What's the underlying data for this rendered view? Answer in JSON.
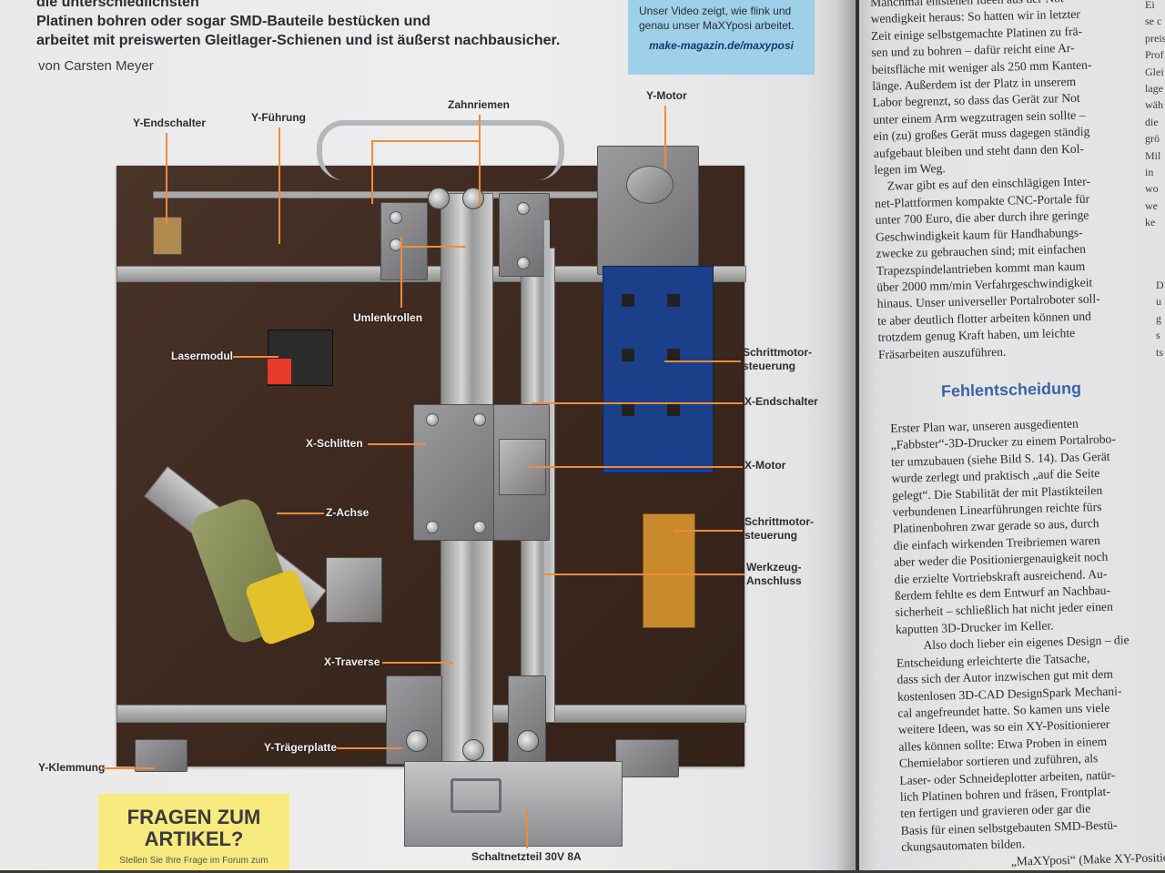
{
  "intro": {
    "lines": [
      "die unterschiedlichsten",
      "Platinen bohren oder sogar SMD-Bauteile bestücken und",
      "arbeitet mit preiswerten Gleitlager-Schienen und ist äußerst nachbausicher."
    ]
  },
  "byline": "von Carsten Meyer",
  "video_box": {
    "text_1": "Unser Video zeigt, wie flink und",
    "text_2": "genau unser MaXYposi arbeitet.",
    "url": "make-magazin.de/maxyposi"
  },
  "callouts": {
    "y_endschalter": "Y-Endschalter",
    "y_fuehrung": "Y-Führung",
    "zahnriemen": "Zahnriemen",
    "y_motor": "Y-Motor",
    "umlenkrollen": "Umlenkrollen",
    "lasermodul": "Lasermodul",
    "schrittmotor_1a": "Schrittmotor-",
    "schrittmotor_1b": "steuerung",
    "x_endschalter": "X-Endschalter",
    "x_schlitten": "X-Schlitten",
    "x_motor": "X-Motor",
    "z_achse": "Z-Achse",
    "schrittmotor_2a": "Schrittmotor-",
    "schrittmotor_2b": "steuerung",
    "werkzeug_a": "Werkzeug-",
    "werkzeug_b": "Anschluss",
    "x_traverse": "X-Traverse",
    "y_traegerplatte": "Y-Trägerplatte",
    "y_klemmung": "Y-Klemmung",
    "schaltnetzteil": "Schaltnetzteil 30V 8A"
  },
  "question_box": {
    "line_1": "FRAGEN ZUM",
    "line_2": "ARTIKEL?",
    "line_3": "Stellen Sie Ihre Frage im Forum zum"
  },
  "article": {
    "para_1": [
      "Manchmal entstehen Ideen aus der Not-",
      "wendigkeit heraus: So hatten wir in letzter",
      "Zeit einige selbstgemachte Platinen zu frä-",
      "sen und zu bohren – dafür reicht eine Ar-",
      "beitsfläche mit weniger als 250 mm Kanten-",
      "länge. Außerdem ist der Platz in unserem",
      "Labor begrenzt, so dass das Gerät zur Not",
      "unter einem Arm wegzutragen sein sollte –",
      "ein (zu) großes Gerät muss dagegen ständig",
      "aufgebaut bleiben und steht dann den Kol-",
      "legen im Weg."
    ],
    "para_2": [
      "Zwar gibt es auf den einschlägigen Inter-",
      "net-Plattformen kompakte CNC-Portale für",
      "unter 700 Euro, die aber durch ihre geringe",
      "Geschwindigkeit kaum für Handhabungs-",
      "zwecke zu gebrauchen sind; mit einfachen",
      "Trapezspindelantrieben kommt man kaum",
      "über 2000 mm/min Verfahrgeschwindigkeit",
      "hinaus. Unser universeller Portalroboter soll-",
      "te aber deutlich flotter arbeiten können und",
      "trotzdem genug Kraft haben, um leichte",
      "Fräsarbeiten auszuführen."
    ],
    "heading": "Fehlentscheidung",
    "para_3": [
      "Erster Plan war, unseren ausgedienten",
      "„Fabbster“-3D-Drucker zu einem Portalrobo-",
      "ter umzubauen (siehe Bild S. 14). Das Gerät",
      "wurde zerlegt und praktisch „auf die Seite",
      "gelegt“. Die Stabilität der mit Plastikteilen",
      "verbundenen Linearführungen reichte fürs",
      "Platinenbohren zwar gerade so aus, durch",
      "die einfach wirkenden Treibriemen waren",
      "aber weder die Positioniergenauigkeit noch",
      "die erzielte Vortriebskraft ausreichend. Au-",
      "ßerdem fehlte es dem Entwurf an Nachbau-",
      "sicherheit – schließlich hat nicht jeder einen",
      "kaputten 3D-Drucker im Keller."
    ],
    "para_4": [
      "Also doch lieber ein eigenes Design – die",
      "Entscheidung erleichterte die Tatsache,",
      "dass sich der Autor inzwischen gut mit dem",
      "kostenlosen 3D-CAD DesignSpark Mechani-",
      "cal angefreundet hatte. So kamen uns viele",
      "weitere Ideen, was so ein XY-Positionierer",
      "alles können sollte: Etwa Proben in einem",
      "Chemielabor sortieren und zuführen, als",
      "Laser- oder Schneideplotter arbeiten, natür-",
      "lich Platinen bohren und fräsen, Frontplat-",
      "ten fertigen und gravieren oder gar die",
      "Basis für einen selbstgebauten SMD-Bestü-",
      "ckungsautomaten bilden."
    ],
    "last_line": "„MaXYposi“ (Make XY-Positionierer)"
  },
  "next_column": [
    "Ei",
    "se c",
    "preis",
    "Prof",
    "Glei",
    "lage",
    "wäh",
    "die",
    "grö",
    "Mil",
    "in",
    "wo",
    "we",
    "ke"
  ],
  "next_column_lower": [
    "D",
    "u",
    "g",
    "s",
    "ts"
  ]
}
